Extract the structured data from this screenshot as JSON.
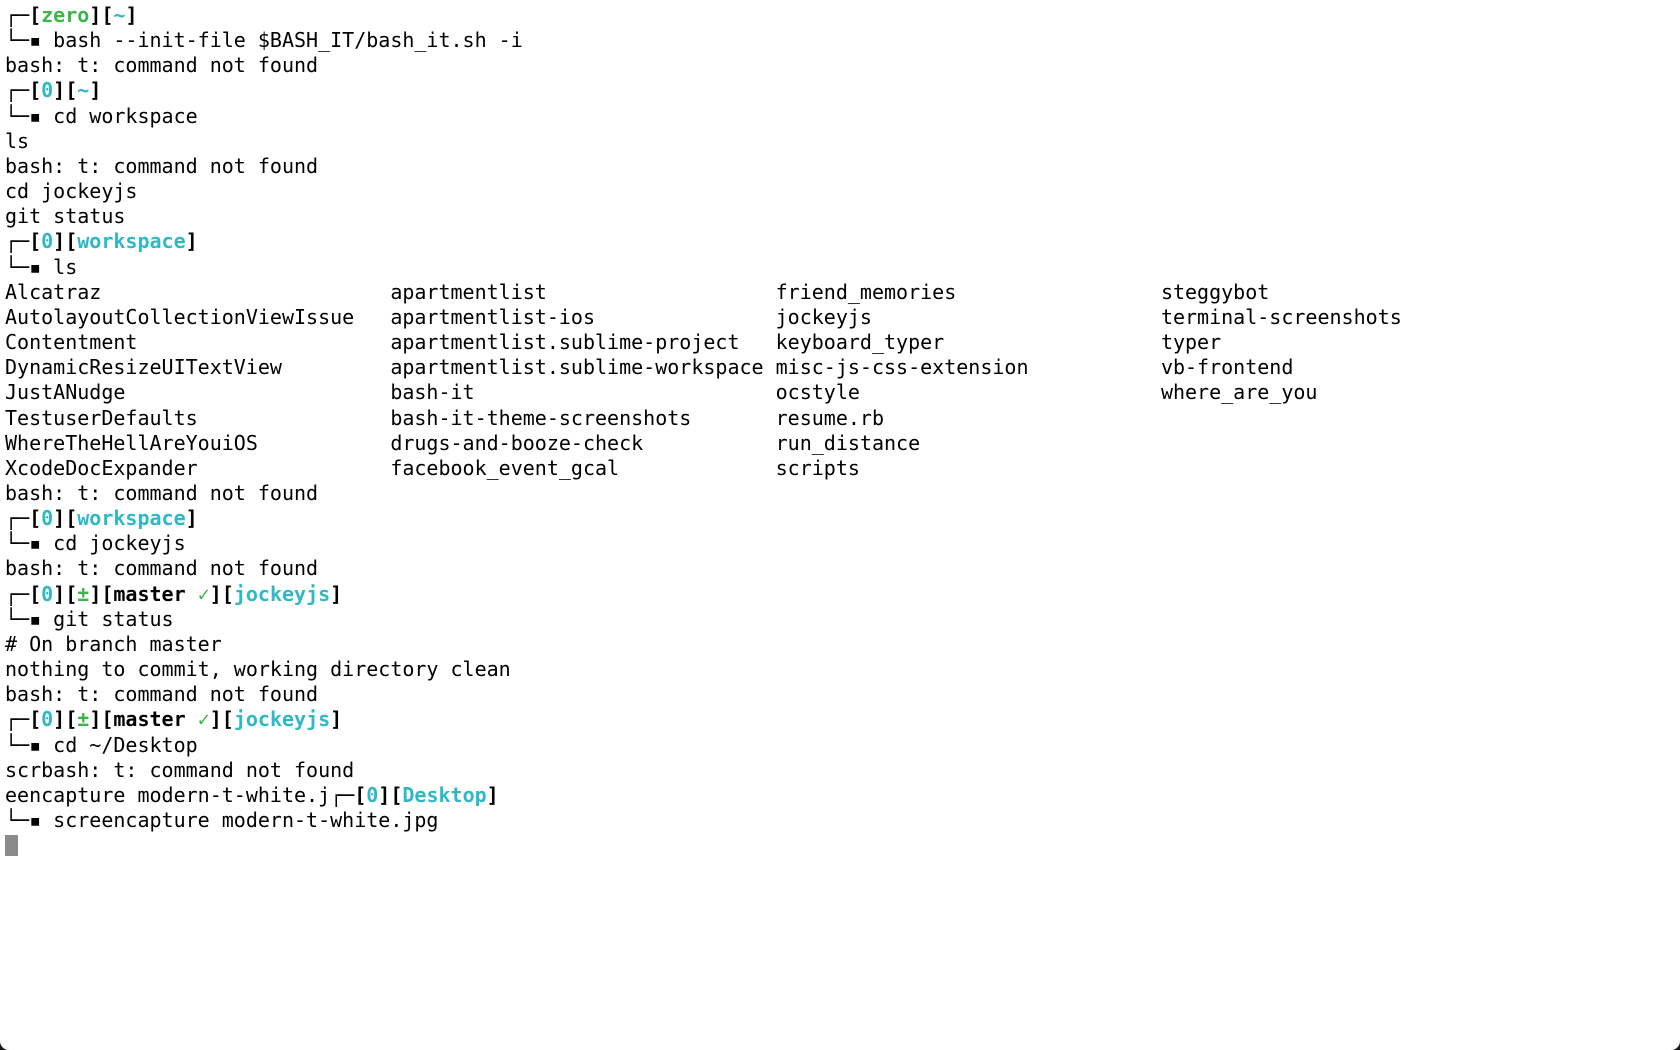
{
  "terminal": {
    "colors": {
      "foreground": "#000000",
      "background": "#ffffff",
      "green": "#3cb44a",
      "cyan": "#2fb8c6",
      "cursor": "#8b8b8b"
    },
    "ls_column_width": 32,
    "lines": [
      {
        "seg": [
          [
            "┌─[",
            "p"
          ],
          [
            "zero",
            "g"
          ],
          [
            "][",
            "p"
          ],
          [
            "~",
            "c"
          ],
          [
            "]",
            "p"
          ]
        ]
      },
      {
        "text": "└─▪ bash --init-file $BASH_IT/bash_it.sh -i"
      },
      {
        "text": "bash: t: command not found"
      },
      {
        "seg": [
          [
            "┌─[",
            "p"
          ],
          [
            "0",
            "c"
          ],
          [
            "][",
            "p"
          ],
          [
            "~",
            "c"
          ],
          [
            "]",
            "p"
          ]
        ]
      },
      {
        "text": "└─▪ cd workspace"
      },
      {
        "text": "ls"
      },
      {
        "text": "bash: t: command not found"
      },
      {
        "text": "cd jockeyjs"
      },
      {
        "text": "git status"
      },
      {
        "seg": [
          [
            "┌─[",
            "p"
          ],
          [
            "0",
            "c"
          ],
          [
            "][",
            "p"
          ],
          [
            "workspace",
            "c"
          ],
          [
            "]",
            "p"
          ]
        ]
      },
      {
        "text": "└─▪ ls"
      },
      {
        "cols": [
          "Alcatraz",
          "apartmentlist",
          "friend_memories",
          "steggybot"
        ]
      },
      {
        "cols": [
          "AutolayoutCollectionViewIssue",
          "apartmentlist-ios",
          "jockeyjs",
          "terminal-screenshots"
        ]
      },
      {
        "cols": [
          "Contentment",
          "apartmentlist.sublime-project",
          "keyboard_typer",
          "typer"
        ]
      },
      {
        "cols": [
          "DynamicResizeUITextView",
          "apartmentlist.sublime-workspace",
          "misc-js-css-extension",
          "vb-frontend"
        ]
      },
      {
        "cols": [
          "JustANudge",
          "bash-it",
          "ocstyle",
          "where_are_you"
        ]
      },
      {
        "cols": [
          "TestuserDefaults",
          "bash-it-theme-screenshots",
          "resume.rb"
        ]
      },
      {
        "cols": [
          "WhereTheHellAreYouiOS",
          "drugs-and-booze-check",
          "run_distance"
        ]
      },
      {
        "cols": [
          "XcodeDocExpander",
          "facebook_event_gcal",
          "scripts"
        ]
      },
      {
        "text": "bash: t: command not found"
      },
      {
        "seg": [
          [
            "┌─[",
            "p"
          ],
          [
            "0",
            "c"
          ],
          [
            "][",
            "p"
          ],
          [
            "workspace",
            "c"
          ],
          [
            "]",
            "p"
          ]
        ]
      },
      {
        "text": "└─▪ cd jockeyjs"
      },
      {
        "text": "bash: t: command not found"
      },
      {
        "seg": [
          [
            "┌─[",
            "p"
          ],
          [
            "0",
            "c"
          ],
          [
            "][",
            "p"
          ],
          [
            "±",
            "g"
          ],
          [
            "][master ",
            "p"
          ],
          [
            "✓",
            "g"
          ],
          [
            "][",
            "p"
          ],
          [
            "jockeyjs",
            "c"
          ],
          [
            "]",
            "p"
          ]
        ]
      },
      {
        "text": "└─▪ git status"
      },
      {
        "text": "# On branch master"
      },
      {
        "text": "nothing to commit, working directory clean"
      },
      {
        "text": "bash: t: command not found"
      },
      {
        "seg": [
          [
            "┌─[",
            "p"
          ],
          [
            "0",
            "c"
          ],
          [
            "][",
            "p"
          ],
          [
            "±",
            "g"
          ],
          [
            "][master ",
            "p"
          ],
          [
            "✓",
            "g"
          ],
          [
            "][",
            "p"
          ],
          [
            "jockeyjs",
            "c"
          ],
          [
            "]",
            "p"
          ]
        ]
      },
      {
        "text": "└─▪ cd ~/Desktop"
      },
      {
        "text": "scrbash: t: command not found"
      },
      {
        "seg": [
          [
            "eencapture modern-t-white.j",
            ""
          ],
          [
            "┌─[",
            "p"
          ],
          [
            "0",
            "c"
          ],
          [
            "][",
            "p"
          ],
          [
            "Desktop",
            "c"
          ],
          [
            "]",
            "p"
          ]
        ]
      },
      {
        "text": "└─▪ screencapture modern-t-white.jpg"
      },
      {
        "cursor": true
      }
    ]
  }
}
